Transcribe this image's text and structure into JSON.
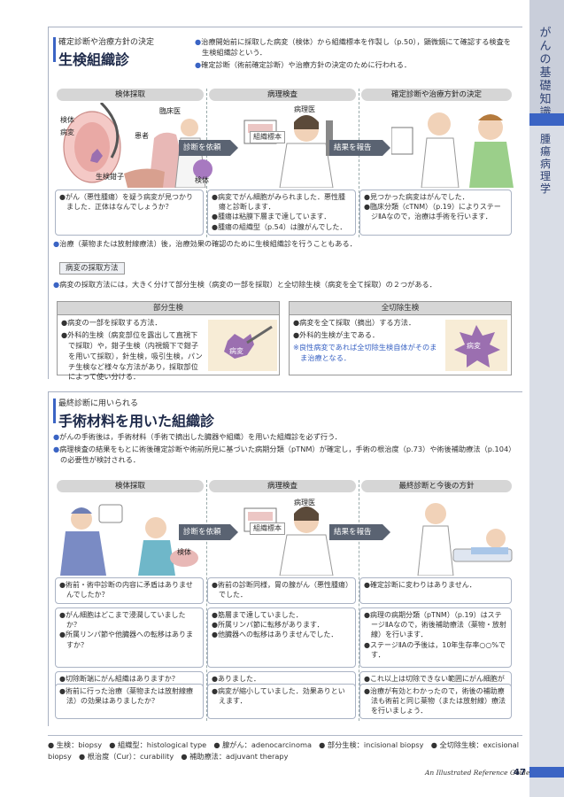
{
  "side": {
    "chapter": "がんの基礎知識",
    "section": "腫瘍病理学"
  },
  "s1": {
    "kicker": "確定診断や治療方針の決定",
    "title": "生検組織診",
    "intro": [
      "治療開始前に採取した病変（検体）から組織標本を作製し（p.50），顕微鏡にて確認する検査を生検組織診という．",
      "確定診断（術前確定診断）や治療方針の決定のために行われる．"
    ],
    "stages": [
      "検体採取",
      "病理検査",
      "確定診断や治療方針の決定"
    ],
    "labels": {
      "specimen": "検体",
      "lesion": "病変",
      "clinician": "臨床医",
      "patient": "患者",
      "forceps": "生検鉗子",
      "specimen2": "検体",
      "pathologist": "病理医",
      "slide": "組織標本"
    },
    "arrows": [
      "診断を依頼",
      "結果を報告"
    ],
    "boxes": [
      [
        "がん（悪性腫瘍）を疑う病変が見つかりました．正体はなんでしょうか？"
      ],
      [
        "病変でがん細胞がみられました．悪性腫瘍と診断します．",
        "腫瘍は粘膜下層まで達しています．",
        "腫瘍の組織型（p.54）は腺がんでした．"
      ],
      [
        "見つかった病変はがんでした．",
        "臨床分類（cTNM）（p.19）によりステージⅡAなので，治療は手術を行います．"
      ]
    ],
    "note": "治療（薬物または放射線療法）後，治療効果の確認のために生検組織診を行うこともある．",
    "subhead": "病変の採取方法",
    "method_intro": "病変の採取方法には，大きく分けて部分生検（病変の一部を採取）と全切除生検（病変を全て採取）の２つがある．",
    "partial": {
      "head": "部分生検",
      "items": [
        "病変の一部を採取する方法．",
        "外科的生検（病変部位を露出して直視下で採取）や，鉗子生検（内視鏡下で鉗子を用いて採取），針生検，吸引生検，パンチ生検など様々な方法があり，採取部位によって使い分ける．"
      ],
      "img": "病変"
    },
    "total": {
      "head": "全切除生検",
      "items": [
        "病変を全て採取（摘出）する方法．",
        "外科的生検が主である．"
      ],
      "note": "※良性病変であれば全切除生検自体がそのまま治療となる．",
      "img": "病変"
    }
  },
  "s2": {
    "kicker": "最終診断に用いられる",
    "title": "手術材料を用いた組織診",
    "intro": [
      "がんの手術後は，手術材料（手術で摘出した臓器や組織）を用いた組織診を必ず行う．",
      "病理検査の結果をもとに術後確定診断や術前所見に基づいた病期分類（pTNM）が確定し，手術の根治度（p.73）や術後補助療法（p.104）の必要性が検討される．"
    ],
    "stages": [
      "検体採取",
      "病理検査",
      "最終診断と今後の方針"
    ],
    "labels": {
      "specimen": "検体",
      "pathologist": "病理医",
      "slide": "組織標本"
    },
    "arrows": [
      "診断を依頼",
      "結果を報告"
    ],
    "rows": [
      [
        [
          "術前・術中診断の内容に矛盾はありませんでしたか？"
        ],
        [
          "術前の診断同様，胃の腺がん（悪性腫瘍）でした．"
        ],
        [
          "確定診断に変わりはありません．"
        ]
      ],
      [
        [
          "がん細胞はどこまで浸潤していましたか？",
          "所属リンパ節や他臓器への転移はありますか？"
        ],
        [
          "筋層まで達していました．",
          "所属リンパ節に転移があります．",
          "他臓器への転移はありませんでした．"
        ],
        [
          "病理の病期分類（pTNM）（p.19）はステージⅡAなので，術後補助療法（薬物・放射線）を行います．",
          "ステージⅡAの予後は，10年生存率○○%です．"
        ]
      ],
      [
        [
          "切除断端にがん組織はありますか？"
        ],
        [
          "ありました．"
        ],
        [
          "これ以上は切除できない範囲にがん細胞があるので，追加治療（薬物・放射線）を行いましょう．"
        ]
      ],
      [
        [
          "術前に行った治療（薬物または放射線療法）の効果はありましたか？"
        ],
        [
          "病変が縮小していました．効果ありといえます．"
        ],
        [
          "治療が有効とわかったので，術後の補助療法も術前と同じ薬物（または放射線）療法を行いましょう．"
        ]
      ]
    ]
  },
  "glossary": "● 生検：biopsy　● 組織型：histological type　● 腺がん：adenocarcinoma　● 部分生検：incisional biopsy　● 全切除生検：excisional biopsy　● 根治度（Cur）：curability　● 補助療法：adjuvant therapy",
  "footer": {
    "ref": "An Illustrated Reference Guide",
    "page": "47"
  },
  "colors": {
    "accent": "#3b64c4",
    "navy": "#1e2a4a",
    "stage": "#d6d6d6",
    "arrow": "#5a6372"
  }
}
